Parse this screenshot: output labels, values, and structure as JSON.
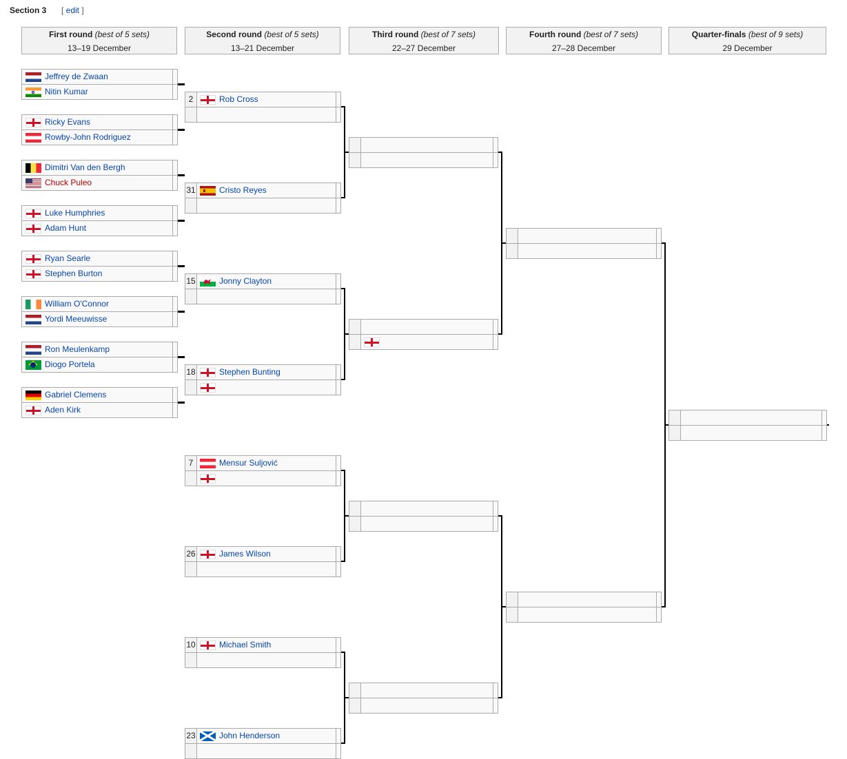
{
  "section": {
    "title": "Section 3",
    "edit_open": "[ ",
    "edit_label": "edit",
    "edit_close": " ]"
  },
  "rounds": [
    {
      "title": "First round",
      "note": "(best of 5 sets)",
      "dates": "13–19 December"
    },
    {
      "title": "Second round",
      "note": "(best of 5 sets)",
      "dates": "13–21 December"
    },
    {
      "title": "Third round",
      "note": "(best of 7 sets)",
      "dates": "22–27 December"
    },
    {
      "title": "Fourth round",
      "note": "(best of 7 sets)",
      "dates": "27–28 December"
    },
    {
      "title": "Quarter-finals",
      "note": "(best of 9 sets)",
      "dates": "29 December"
    }
  ],
  "first_round": [
    {
      "name": "Jeffrey de Zwaan",
      "flag": "netherlands-flag-icon"
    },
    {
      "name": "Nitin Kumar",
      "flag": "india-flag-icon"
    },
    {
      "name": "Ricky Evans",
      "flag": "england-flag-icon"
    },
    {
      "name": "Rowby-John Rodriguez",
      "flag": "austria-flag-icon"
    },
    {
      "name": "Dimitri Van den Bergh",
      "flag": "belgium-flag-icon"
    },
    {
      "name": "Chuck Puleo",
      "flag": "usa-flag-icon",
      "link_color": "#ba0000"
    },
    {
      "name": "Luke Humphries",
      "flag": "england-flag-icon"
    },
    {
      "name": "Adam Hunt",
      "flag": "england-flag-icon"
    },
    {
      "name": "Ryan Searle",
      "flag": "england-flag-icon"
    },
    {
      "name": "Stephen Burton",
      "flag": "england-flag-icon"
    },
    {
      "name": "William O'Connor",
      "flag": "ireland-flag-icon"
    },
    {
      "name": "Yordi Meeuwisse",
      "flag": "netherlands-flag-icon"
    },
    {
      "name": "Ron Meulenkamp",
      "flag": "netherlands-flag-icon"
    },
    {
      "name": "Diogo Portela",
      "flag": "brazil-flag-icon"
    },
    {
      "name": "Gabriel Clemens",
      "flag": "germany-flag-icon"
    },
    {
      "name": "Aden Kirk",
      "flag": "england-flag-icon"
    }
  ],
  "second_round": [
    {
      "seed": "2",
      "name": "Rob Cross",
      "flag": "england-flag-icon"
    },
    {
      "seed": "",
      "name": "",
      "flag": ""
    },
    {
      "seed": "31",
      "name": "Cristo Reyes",
      "flag": "spain-flag-icon"
    },
    {
      "seed": "",
      "name": "",
      "flag": ""
    },
    {
      "seed": "15",
      "name": "Jonny Clayton",
      "flag": "wales-flag-icon"
    },
    {
      "seed": "",
      "name": "",
      "flag": ""
    },
    {
      "seed": "18",
      "name": "Stephen Bunting",
      "flag": "england-flag-icon"
    },
    {
      "seed": "",
      "name": "",
      "flag": "england-flag-icon"
    },
    {
      "seed": "7",
      "name": "Mensur Suljović",
      "flag": "austria-flag-icon"
    },
    {
      "seed": "",
      "name": "",
      "flag": "england-flag-icon"
    },
    {
      "seed": "26",
      "name": "James Wilson",
      "flag": "england-flag-icon"
    },
    {
      "seed": "",
      "name": "",
      "flag": ""
    },
    {
      "seed": "10",
      "name": "Michael Smith",
      "flag": "england-flag-icon"
    },
    {
      "seed": "",
      "name": "",
      "flag": ""
    },
    {
      "seed": "23",
      "name": "John Henderson",
      "flag": "scotland-flag-icon"
    },
    {
      "seed": "",
      "name": "",
      "flag": ""
    }
  ],
  "third_round": [
    {
      "name": "",
      "flag": ""
    },
    {
      "name": "",
      "flag": ""
    },
    {
      "name": "",
      "flag": ""
    },
    {
      "name": "",
      "flag": "england-flag-icon"
    },
    {
      "name": "",
      "flag": ""
    },
    {
      "name": "",
      "flag": ""
    },
    {
      "name": "",
      "flag": ""
    },
    {
      "name": "",
      "flag": ""
    }
  ],
  "fourth_round": [
    {
      "name": "",
      "flag": ""
    },
    {
      "name": "",
      "flag": ""
    },
    {
      "name": "",
      "flag": ""
    },
    {
      "name": "",
      "flag": ""
    }
  ],
  "quarter_finals": [
    {
      "name": "",
      "flag": ""
    },
    {
      "name": "",
      "flag": ""
    }
  ]
}
